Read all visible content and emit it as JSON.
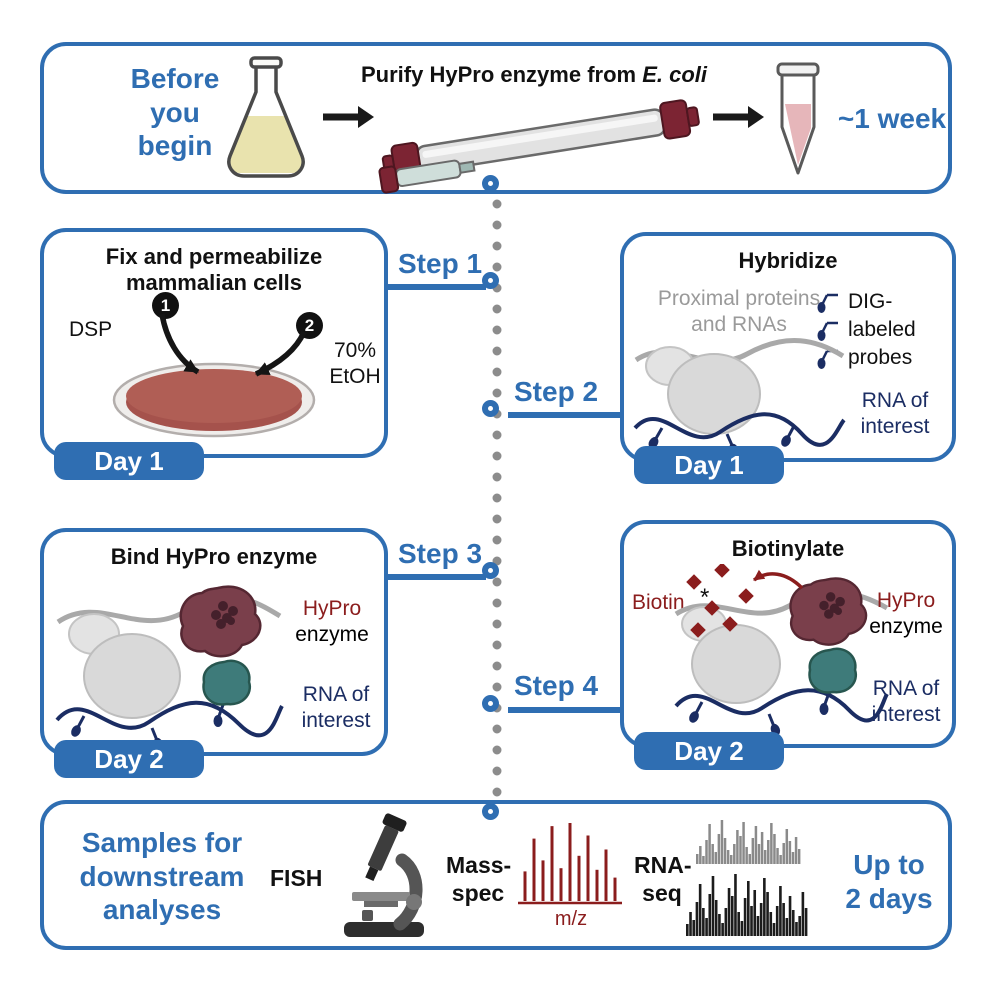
{
  "colors": {
    "blue": "#2f6eb2",
    "red": "#8b1d1d",
    "navy": "#1b2d63",
    "teal": "#3e7b7a",
    "graytext": "#9a9a9a",
    "dot": "#8c8c8c"
  },
  "top": {
    "title": "Before you begin",
    "headline_text": "Purify HyPro enzyme from ",
    "headline_em": "E. coli",
    "duration": "~1 week"
  },
  "steps": {
    "s1": "Step 1",
    "s2": "Step 2",
    "s3": "Step 3",
    "s4": "Step 4"
  },
  "fix": {
    "title1": "Fix and permeabilize",
    "title2": "mammalian cells",
    "dsp": "DSP",
    "n1": "1",
    "n2": "2",
    "etoh1": "70%",
    "etoh2": "EtOH",
    "day": "Day 1"
  },
  "hyb": {
    "title": "Hybridize",
    "prox1": "Proximal proteins",
    "prox2": "and RNAs",
    "dig1": "DIG-",
    "dig2": "labeled",
    "dig3": "probes",
    "rna1": "RNA of",
    "rna2": "interest",
    "day": "Day 1"
  },
  "bind": {
    "title": "Bind HyPro enzyme",
    "hypro": "HyPro",
    "enzyme": "enzyme",
    "rna1": "RNA of",
    "rna2": "interest",
    "day": "Day 2"
  },
  "bio": {
    "title": "Biotinylate",
    "biotin": "Biotin",
    "asterisk": "*",
    "hypro": "HyPro",
    "enzyme": "enzyme",
    "rna1": "RNA of",
    "rna2": "interest",
    "day": "Day 2"
  },
  "bottom": {
    "title": "Samples for downstream analyses",
    "fish": "FISH",
    "mass1": "Mass-",
    "mass2": "spec",
    "mz": "m/z",
    "rnaseq1": "RNA-",
    "rnaseq2": "seq",
    "duration1": "Up to",
    "duration2": "2 days"
  },
  "illustrations": {
    "mass_spec_peaks": [
      38,
      80,
      52,
      96,
      42,
      100,
      58,
      84,
      40,
      66,
      30
    ],
    "rnaseq_gray": [
      10,
      18,
      8,
      24,
      40,
      20,
      12,
      30,
      44,
      26,
      14,
      9,
      20,
      34,
      28,
      42,
      17,
      10,
      26,
      38,
      20,
      32,
      14,
      24,
      41,
      30,
      16,
      9,
      21,
      35,
      23,
      12,
      27,
      15
    ],
    "rnaseq_black": [
      12,
      24,
      16,
      34,
      52,
      28,
      18,
      42,
      60,
      36,
      22,
      13,
      28,
      48,
      40,
      62,
      24,
      15,
      38,
      55,
      30,
      46,
      20,
      33,
      58,
      44,
      24,
      13,
      30,
      50,
      33,
      18,
      40,
      26,
      14,
      20,
      44,
      28
    ]
  }
}
